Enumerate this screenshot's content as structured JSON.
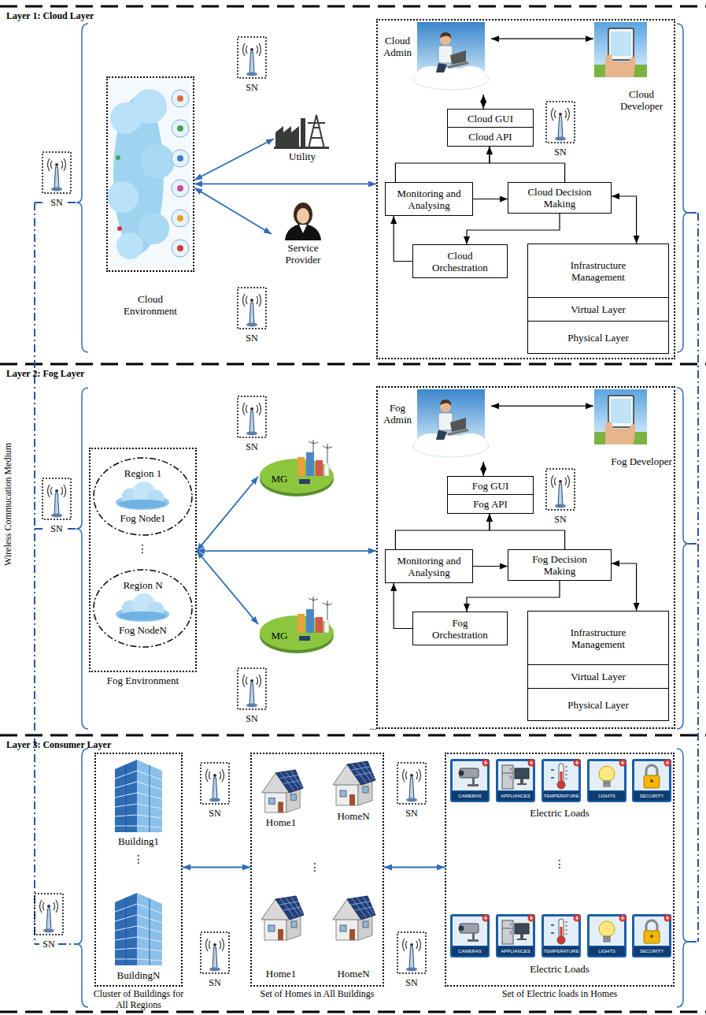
{
  "diagram": {
    "nodes": [
      {
        "text": [
          "Layer 1: Cloud Layer"
        ]
      },
      {
        "text": [
          "Cloud Environment"
        ],
        "in": 0
      },
      {
        "text": [
          "Utility"
        ],
        "in": 0
      },
      {
        "text": [
          "Service Provider"
        ],
        "in": 0
      },
      {
        "text": [],
        "in": 0
      },
      {
        "text": [
          "Cloud Admin"
        ],
        "in": 4
      },
      {
        "text": [
          "Cloud Developer"
        ],
        "in": 4
      },
      {
        "text": [
          "Cloud GUI"
        ],
        "in": 4
      },
      {
        "text": [
          "Cloud API"
        ],
        "in": 4
      },
      {
        "text": [
          "Monitoring and Analysing"
        ],
        "in": 4
      },
      {
        "text": [
          "Cloud Decision Making"
        ],
        "in": 4
      },
      {
        "text": [
          "Cloud Orchestration"
        ],
        "in": 4
      },
      {
        "text": [
          "Infrastructure Management"
        ],
        "in": 4
      },
      {
        "text": [
          "Virtual Layer"
        ],
        "in": 4
      },
      {
        "text": [
          "Physical Layer"
        ],
        "in": 4
      },
      {
        "text": [
          "Layer 2: Fog Layer"
        ]
      },
      {
        "text": [
          "Fog Environment"
        ],
        "in": 15
      },
      {
        "text": [
          "Region 1",
          "Fog Node1"
        ],
        "in": 16
      },
      {
        "text": [
          "Region N",
          "Fog NodeN"
        ],
        "in": 16
      },
      {
        "text": [
          "MG"
        ],
        "in": 15
      },
      {
        "text": [
          "MG"
        ],
        "in": 15
      },
      {
        "text": [],
        "in": 15
      },
      {
        "text": [
          "Fog Admin"
        ],
        "in": 21
      },
      {
        "text": [
          "Fog Developer"
        ],
        "in": 21
      },
      {
        "text": [
          "Fog GUI"
        ],
        "in": 21
      },
      {
        "text": [
          "Fog API"
        ],
        "in": 21
      },
      {
        "text": [
          "Monitoring and Analysing"
        ],
        "in": 21
      },
      {
        "text": [
          "Fog Decision Making"
        ],
        "in": 21
      },
      {
        "text": [
          "Fog Orchestration"
        ],
        "in": 21
      },
      {
        "text": [
          "Infrastructure Management"
        ],
        "in": 21
      },
      {
        "text": [
          "Virtual Layer"
        ],
        "in": 21
      },
      {
        "text": [
          "Physical Layer"
        ],
        "in": 21
      },
      {
        "text": [
          "Layer 3: Consumer Layer"
        ]
      },
      {
        "text": [
          "Cluster of Buildings for All Regions"
        ],
        "in": 32
      },
      {
        "text": [
          "Building1"
        ],
        "in": 33
      },
      {
        "text": [
          "BuildingN"
        ],
        "in": 33
      },
      {
        "text": [
          "Set of Homes in All Buildings"
        ],
        "in": 32
      },
      {
        "text": [
          "Home1"
        ],
        "in": 36
      },
      {
        "text": [
          "HomeN"
        ],
        "in": 36
      },
      {
        "text": [
          "Home1"
        ],
        "in": 36
      },
      {
        "text": [
          "HomeN"
        ],
        "in": 36
      },
      {
        "text": [
          "Set of Electric loads in Homes"
        ],
        "in": 32
      }
    ],
    "edges": [
      {
        "from": 1,
        "to": 2,
        "arrow": "both"
      },
      {
        "from": 1,
        "to": 3,
        "arrow": "both"
      },
      {
        "from": 1,
        "to": 4,
        "arrow": "both"
      },
      {
        "from": 5,
        "to": 6,
        "arrow": "both"
      },
      {
        "from": 7,
        "to": 5,
        "arrow": "both"
      },
      {
        "from": 9,
        "to": 8,
        "arrow": "to"
      },
      {
        "from": 10,
        "to": 8,
        "arrow": "to"
      },
      {
        "from": 9,
        "to": 10,
        "arrow": "to"
      },
      {
        "from": 10,
        "to": 11,
        "arrow": "to"
      },
      {
        "from": 11,
        "to": 9,
        "arrow": "to"
      },
      {
        "from": 10,
        "to": 12,
        "arrow": "both"
      },
      {
        "from": 16,
        "to": 19,
        "arrow": "both"
      },
      {
        "from": 16,
        "to": 20,
        "arrow": "both"
      },
      {
        "from": 16,
        "to": 21,
        "arrow": "both"
      },
      {
        "from": 22,
        "to": 23,
        "arrow": "both"
      },
      {
        "from": 24,
        "to": 22,
        "arrow": "both"
      },
      {
        "from": 26,
        "to": 25,
        "arrow": "to"
      },
      {
        "from": 27,
        "to": 25,
        "arrow": "to"
      },
      {
        "from": 26,
        "to": 27,
        "arrow": "to"
      },
      {
        "from": 27,
        "to": 28,
        "arrow": "to"
      },
      {
        "from": 28,
        "to": 26,
        "arrow": "to"
      },
      {
        "from": 27,
        "to": 29,
        "arrow": "both"
      },
      {
        "from": 33,
        "to": 36,
        "arrow": "both"
      },
      {
        "from": 36,
        "to": 41,
        "arrow": "both"
      }
    ],
    "labels": [
      "Wireless Commucation Medium",
      "SN",
      "SN",
      "SN",
      "SN",
      "SN",
      "SN",
      "SN",
      "SN",
      "⋮",
      "...",
      "SN",
      "SN",
      "SN",
      "SN",
      "SN",
      "⋮",
      "⋮",
      "Electric Loads",
      "⋮",
      "Electric Loads",
      "CAMERAS",
      "APPLIANCES",
      "TEMPERATURE",
      "LIGHTS",
      "SECURITY",
      "CAMERAS",
      "APPLIANCES",
      "TEMPERATURE",
      "LIGHTS",
      "SECURITY"
    ]
  }
}
